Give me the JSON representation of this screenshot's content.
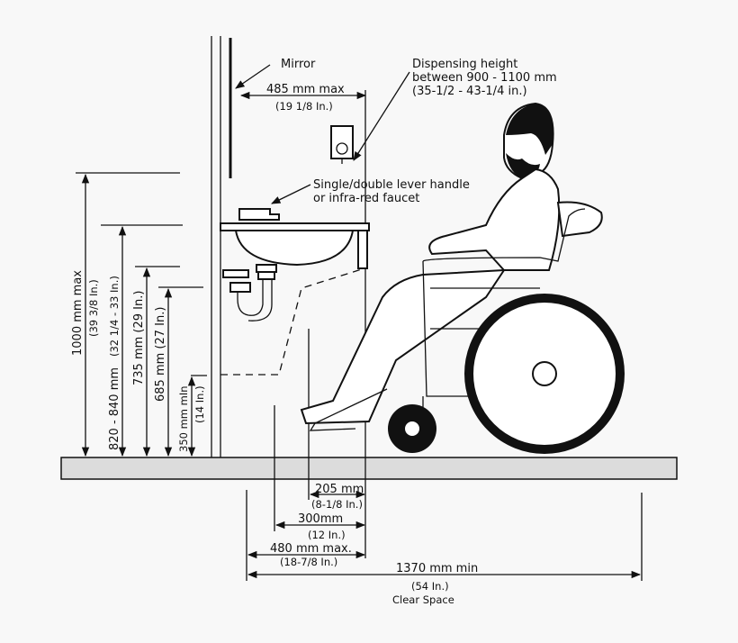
{
  "labels": {
    "mirror": "Mirror",
    "dispensing_1": "Dispensing height",
    "dispensing_2": "between 900 - 1100 mm",
    "dispensing_3": "(35-1/2 - 43-1/4 in.)",
    "mirror_width": "485 mm max",
    "mirror_width_in": "(19 1/8 In.)",
    "faucet_1": "Single/double lever handle",
    "faucet_2": "or infra-red faucet"
  },
  "vertical_dims": [
    {
      "mm": "1000 mm max",
      "in": "(39 3/8 In.)"
    },
    {
      "mm": "820 - 840 mm",
      "in": "(32 1/4 - 33 In.)"
    },
    {
      "mm": "735 mm (29 In.)"
    },
    {
      "mm": "685 mm (27 In.)"
    },
    {
      "mm": "350 mm mIn",
      "in": "(14 In.)"
    }
  ],
  "horizontal_dims": [
    {
      "mm": "205 mm",
      "in": "(8-1/8 In.)"
    },
    {
      "mm": "300mm",
      "in": "(12 In.)"
    },
    {
      "mm": "480 mm max.",
      "in": "(18-7/8 In.)"
    },
    {
      "mm": "1370 mm min",
      "in": "(54 In.)",
      "note": "Clear Space"
    }
  ]
}
